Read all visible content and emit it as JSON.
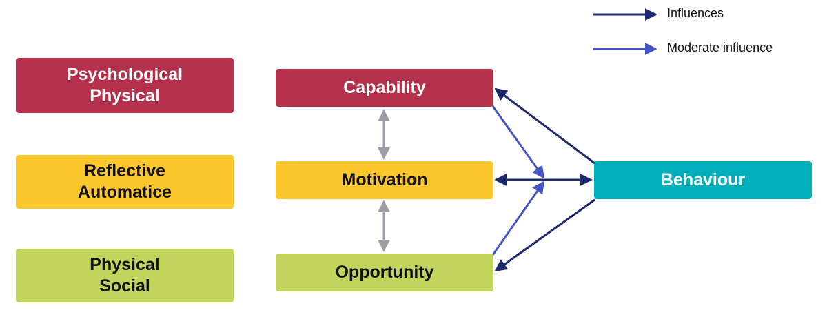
{
  "legend": {
    "influences": "Influences",
    "moderate": "Moderate influence"
  },
  "sources": {
    "capability": [
      "Psychological",
      "Physical"
    ],
    "motivation": [
      "Reflective",
      "Automatice"
    ],
    "opportunity": [
      "Physical",
      "Social"
    ]
  },
  "components": {
    "capability": "Capability",
    "motivation": "Motivation",
    "opportunity": "Opportunity"
  },
  "behaviour": "Behaviour",
  "colors": {
    "capability": "#b5304a",
    "motivation": "#fcc62d",
    "opportunity": "#c2d45c",
    "behaviour": "#00afb9",
    "influence_arrow": "#1a2a6c",
    "moderate_arrow": "#4355c4",
    "link_arrow": "#9a9ca6"
  }
}
